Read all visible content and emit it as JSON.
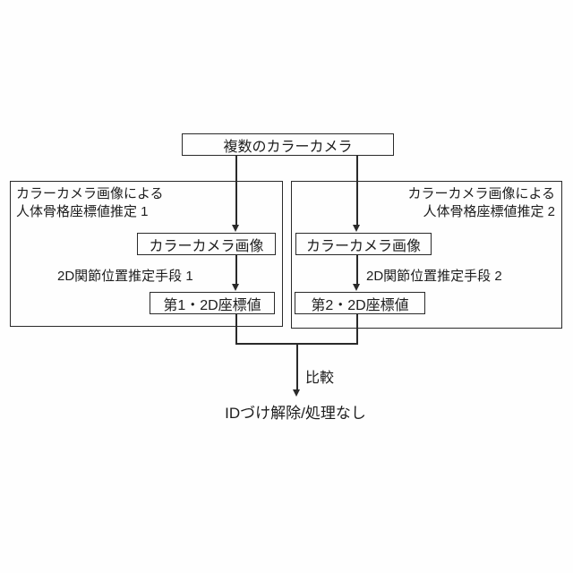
{
  "diagram": {
    "source_box": {
      "label": "複数のカラーカメラ"
    },
    "left_module": {
      "title_line1": "カラーカメラ画像による",
      "title_line2": "人体骨格座標値推定 1",
      "camera_image_box": "カラーカメラ画像",
      "estimator_label": "2D関節位置推定手段 1",
      "output_box": "第1・2D座標値"
    },
    "right_module": {
      "title_line1": "カラーカメラ画像による",
      "title_line2": "人体骨格座標値推定 2",
      "camera_image_box": "カラーカメラ画像",
      "estimator_label": "2D関節位置推定手段 2",
      "output_box": "第2・2D座標値"
    },
    "compare_label": "比較",
    "result_label": "IDづけ解除/処理なし",
    "colors": {
      "line": "#2a2a2a",
      "background": "#fefefe",
      "text": "#1d1d1d"
    }
  }
}
